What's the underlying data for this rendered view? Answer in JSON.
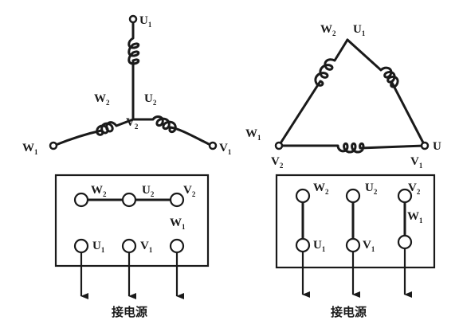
{
  "star": {
    "labels": {
      "U1": {
        "letter": "U",
        "sub": "1"
      },
      "W2": {
        "letter": "W",
        "sub": "2"
      },
      "U2": {
        "letter": "U",
        "sub": "2"
      },
      "V2": {
        "letter": "V",
        "sub": "2"
      },
      "W1": {
        "letter": "W",
        "sub": "1"
      },
      "V1": {
        "letter": "V",
        "sub": "1"
      }
    },
    "box": {
      "W2": {
        "letter": "W",
        "sub": "2"
      },
      "U2": {
        "letter": "U",
        "sub": "2"
      },
      "V2": {
        "letter": "V",
        "sub": "2"
      },
      "W1": {
        "letter": "W",
        "sub": "1"
      },
      "U1": {
        "letter": "U",
        "sub": "1"
      },
      "V1": {
        "letter": "V",
        "sub": "1"
      }
    },
    "caption": "接电源"
  },
  "delta": {
    "labels": {
      "W2": {
        "letter": "W",
        "sub": "2"
      },
      "U1": {
        "letter": "U",
        "sub": "1"
      },
      "W1": {
        "letter": "W",
        "sub": "1"
      },
      "U": {
        "letter": "U",
        "sub": ""
      },
      "V2": {
        "letter": "V",
        "sub": "2"
      },
      "V1": {
        "letter": "V",
        "sub": "1"
      }
    },
    "box": {
      "W2": {
        "letter": "W",
        "sub": "2"
      },
      "U2": {
        "letter": "U",
        "sub": "2"
      },
      "V2": {
        "letter": "V",
        "sub": "2"
      },
      "W1": {
        "letter": "W",
        "sub": "1"
      },
      "U1": {
        "letter": "U",
        "sub": "1"
      },
      "V1": {
        "letter": "V",
        "sub": "1"
      }
    },
    "caption": "接电源"
  }
}
